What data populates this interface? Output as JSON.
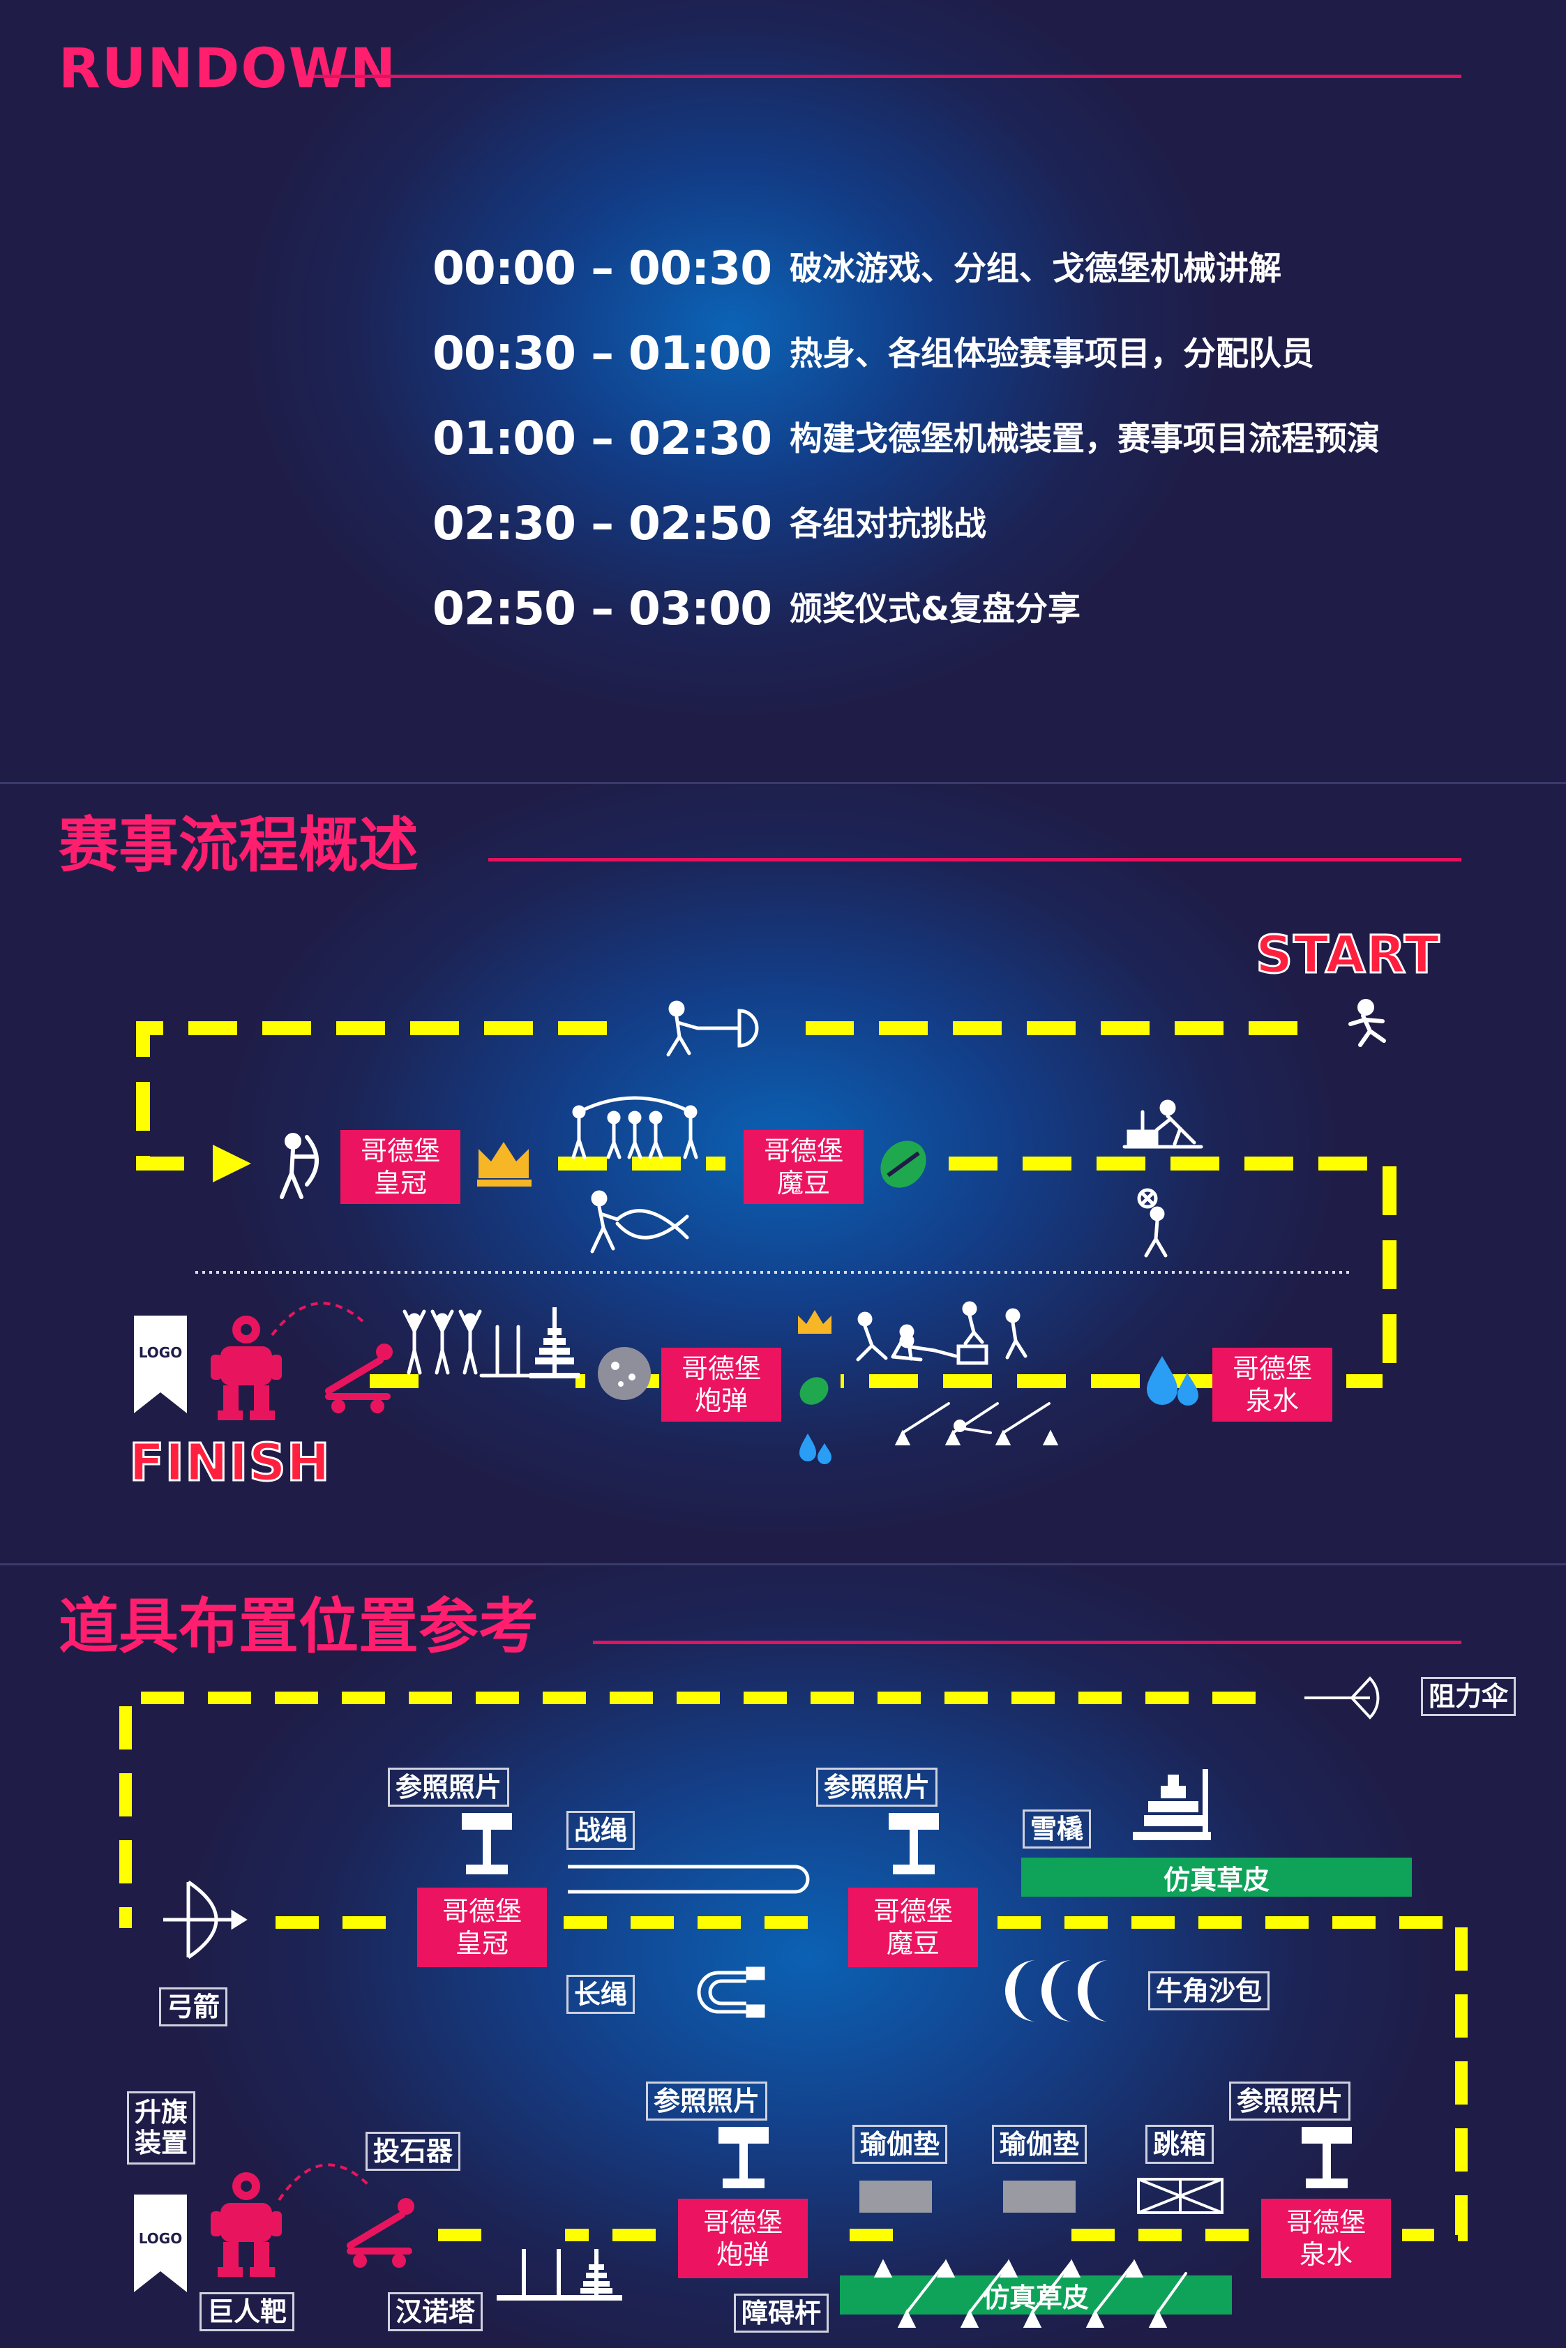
{
  "rundown": {
    "title": "RUNDOWN",
    "schedule": [
      {
        "time": "00:00 – 00:30",
        "desc": "破冰游戏、分组、戈德堡机械讲解"
      },
      {
        "time": "00:30 – 01:00",
        "desc": "热身、各组体验赛事项目，分配队员"
      },
      {
        "time": "01:00 – 02:30",
        "desc": "构建戈德堡机械装置，赛事项目流程预演"
      },
      {
        "time": "02:30 – 02:50",
        "desc": "各组对抗挑战"
      },
      {
        "time": "02:50 – 03:00",
        "desc": "颁奖仪式&复盘分享"
      }
    ]
  },
  "flow": {
    "title": "赛事流程概述",
    "start": "START",
    "finish": "FINISH",
    "logo": "LOGO",
    "stations": {
      "crown": "哥德堡\n皇冠",
      "bean": "哥德堡\n魔豆",
      "cannon": "哥德堡\n炮弹",
      "spring": "哥德堡\n泉水"
    }
  },
  "props": {
    "title": "道具布置位置参考",
    "logo": "LOGO",
    "parachute": "阻力伞",
    "bow": "弓箭",
    "flag": "升旗\n装置",
    "catapult": "投石器",
    "giant_target": "巨人靶",
    "hanoi": "汉诺塔",
    "obstacle_bar": "障碍杆",
    "battle_rope": "战绳",
    "long_rope": "长绳",
    "sled": "雪橇",
    "horn_sandbag": "牛角沙包",
    "yoga_mat_1": "瑜伽垫",
    "yoga_mat_2": "瑜伽垫",
    "jump_box": "跳箱",
    "turf_1": "仿真草皮",
    "turf_2": "仿真草皮",
    "ref_photo_1": "参照照片",
    "ref_photo_2": "参照照片",
    "ref_photo_3": "参照照片",
    "ref_photo_4": "参照照片",
    "stations": {
      "crown": "哥德堡\n皇冠",
      "bean": "哥德堡\n魔豆",
      "cannon": "哥德堡\n炮弹",
      "spring": "哥德堡\n泉水"
    }
  },
  "colors": {
    "background": "#1f1d48",
    "accent_pink": "#ec1460",
    "path_yellow": "#ffff00",
    "turf_green": "#0fa35a",
    "water_blue": "#2a9df4"
  }
}
